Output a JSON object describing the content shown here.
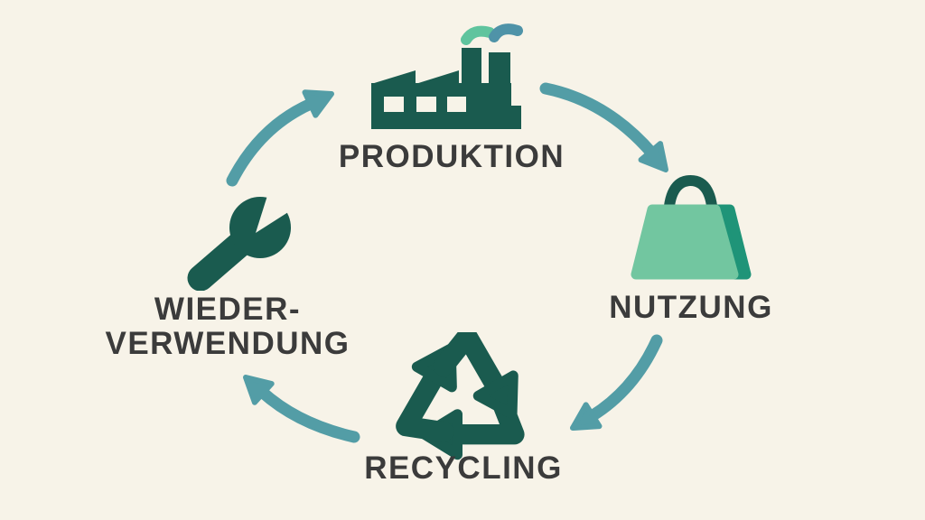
{
  "palette": {
    "background": "#f7f3e8",
    "teal-dark": "#1a5b4f",
    "teal-arrow": "#539da6",
    "green-light": "#5fc49e",
    "smoke-teal": "#4f93a8",
    "bag-light": "#72c6a0",
    "bag-mid": "#1f9478",
    "text": "#3b3b3b"
  },
  "diagram": {
    "type": "cycle",
    "nodes": [
      {
        "id": "produktion",
        "label": "PRODUKTION",
        "icon": "factory-icon"
      },
      {
        "id": "nutzung",
        "label": "NUTZUNG",
        "icon": "shopping-bag-icon"
      },
      {
        "id": "recycling",
        "label": "RECYCLING",
        "icon": "recycling-icon"
      },
      {
        "id": "wiederverwendung",
        "label_line1": "WIEDER-",
        "label_line2": "VERWENDUNG",
        "icon": "wrench-icon"
      }
    ],
    "edges": [
      {
        "from": "wiederverwendung",
        "to": "produktion"
      },
      {
        "from": "produktion",
        "to": "nutzung"
      },
      {
        "from": "nutzung",
        "to": "recycling"
      },
      {
        "from": "recycling",
        "to": "wiederverwendung"
      }
    ]
  }
}
